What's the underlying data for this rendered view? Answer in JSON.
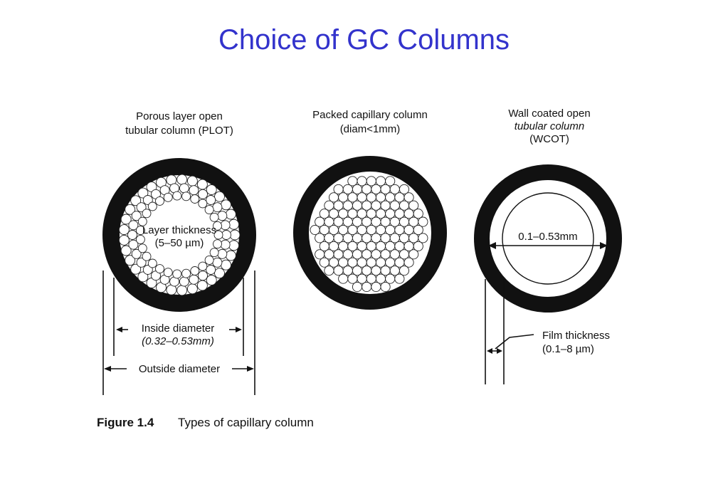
{
  "slide": {
    "title": "Choice of GC Columns"
  },
  "figure": {
    "plot": {
      "heading_line1": "Porous layer open",
      "heading_line2": "tubular column (PLOT)",
      "layer_label_line1": "Layer thickness",
      "layer_label_line2": "(5–50 µm)",
      "inside_label_line1": "Inside diameter",
      "inside_label_line2": "(0.32–0.53mm)",
      "outside_label": "Outside diameter"
    },
    "packed": {
      "heading_line1": "Packed capillary column",
      "heading_line2": "(diam<1mm)"
    },
    "wcot": {
      "heading_line1": "Wall coated open",
      "heading_line2": "tubular column",
      "heading_line3": "(WCOT)",
      "diameter_label": "0.1–0.53mm",
      "film_label_line1": "Film thickness",
      "film_label_line2": "(0.1–8 µm)"
    },
    "caption_number": "Figure 1.4",
    "caption_text": "Types of capillary column"
  }
}
